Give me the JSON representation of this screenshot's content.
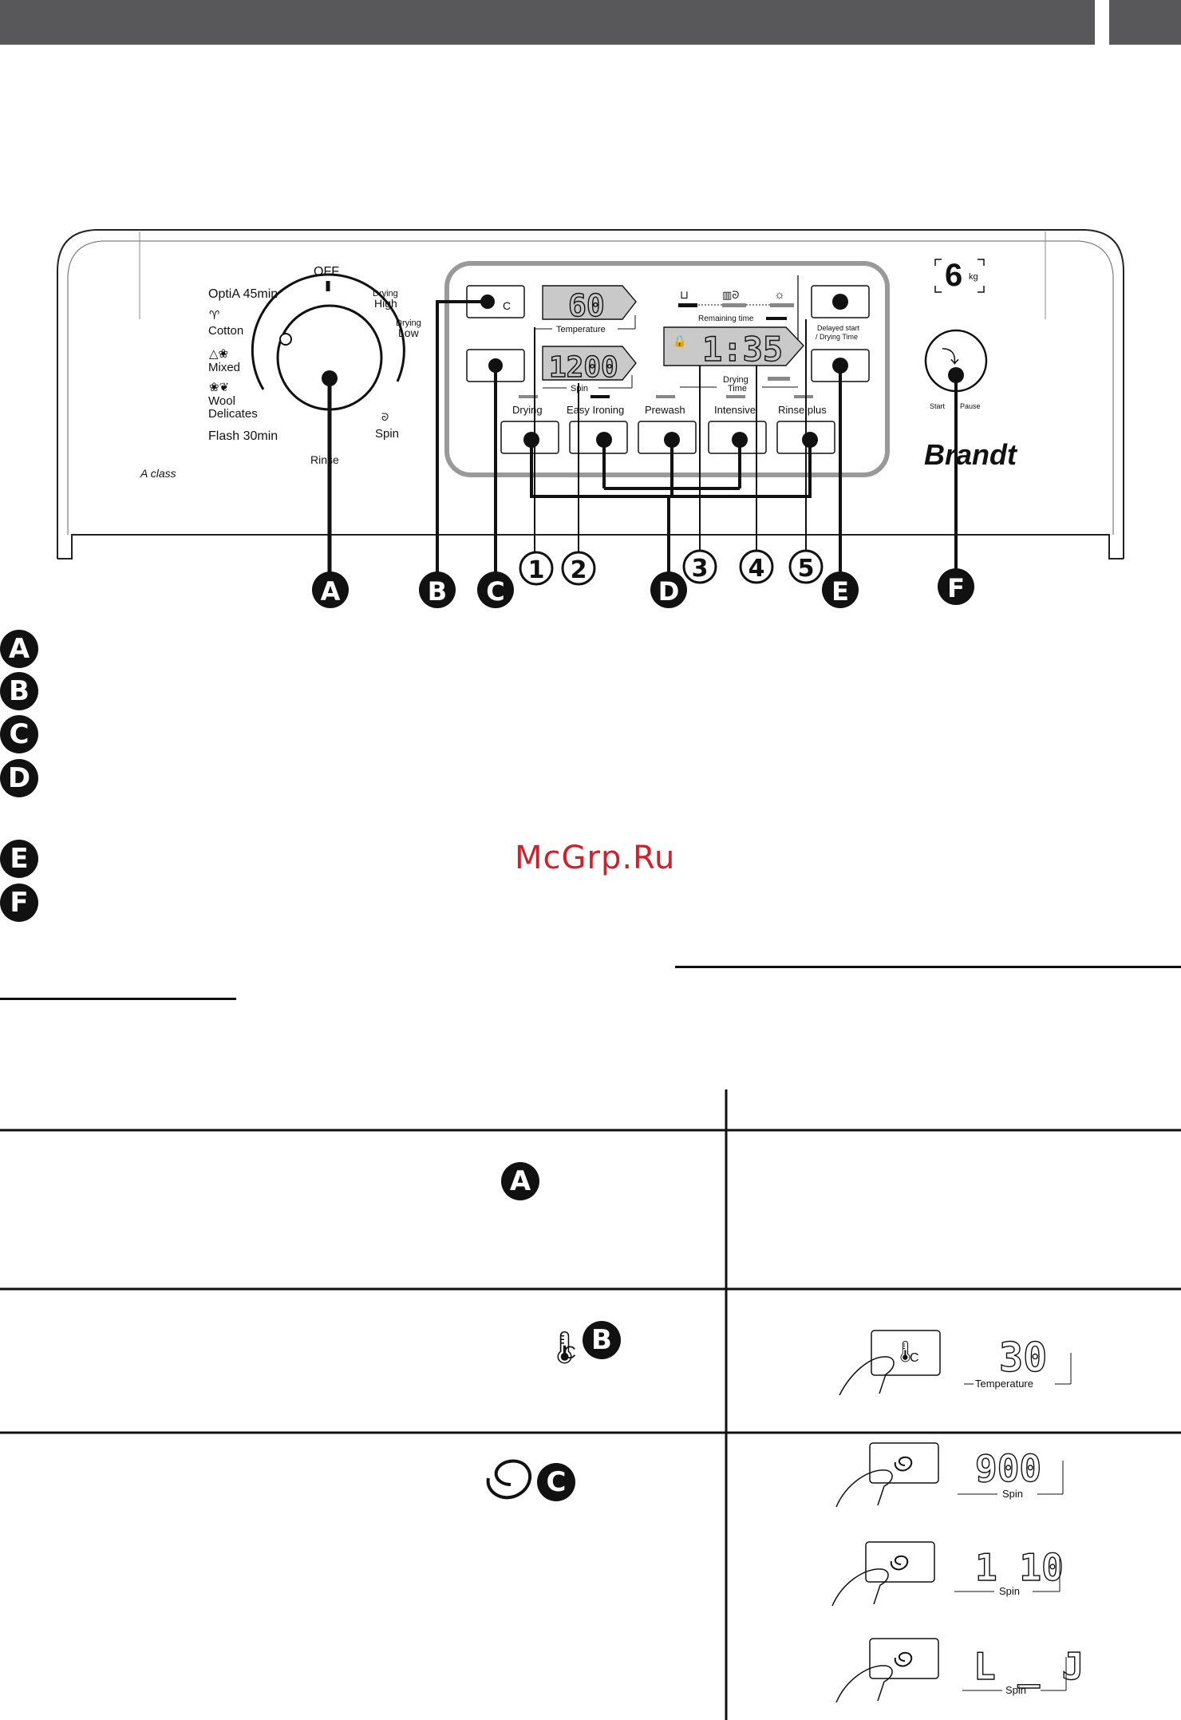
{
  "panel": {
    "dial_labels": {
      "off": "OFF",
      "optia": "OptiA 45min",
      "cotton": "Cotton",
      "mixed": "Mixed",
      "wool1": "Wool",
      "wool2": "Delicates",
      "flash": "Flash 30min",
      "rinse": "Rinse",
      "spin": "Spin",
      "dry_high1": "Drying",
      "dry_high2": "High",
      "dry_low1": "Drying",
      "dry_low2": "Low"
    },
    "energy_class": "A class",
    "temperature_display": "60",
    "temperature_label": "Temperature",
    "spin_display": "1200",
    "spin_label": "Spin",
    "remaining_time_label": "Remaining time",
    "time_display": "1:35",
    "drying_time_label1": "Drying",
    "drying_time_label2": "Time",
    "delayed_start_label1": "Delayed start",
    "delayed_start_label2": "/ Drying Time",
    "start_label": "Start",
    "pause_label": "Pause",
    "capacity_value": "6",
    "capacity_unit": "kg",
    "brand": "Brandt",
    "option_buttons": [
      "Drying",
      "Easy Ironing",
      "Prewash",
      "Intensive",
      "Rinse plus"
    ],
    "callout_letters": [
      "A",
      "B",
      "C",
      "D",
      "E",
      "F"
    ],
    "callout_numbers": [
      "1",
      "2",
      "3",
      "4",
      "5"
    ]
  },
  "legend_letters": [
    "A",
    "B",
    "C",
    "D",
    "E",
    "F"
  ],
  "watermark": "McGrp.Ru",
  "table": {
    "row1_badge": "A",
    "row2_badge": "B",
    "row2_unit": "C",
    "row3_badge": "C",
    "temp_example": {
      "value": "30",
      "label": "Temperature",
      "button_unit": "C"
    },
    "spin_examples": [
      {
        "value": "900",
        "label": "Spin"
      },
      {
        "value": "1 10",
        "label": "Spin"
      },
      {
        "value": "L _ J",
        "label": "Spin"
      }
    ]
  }
}
